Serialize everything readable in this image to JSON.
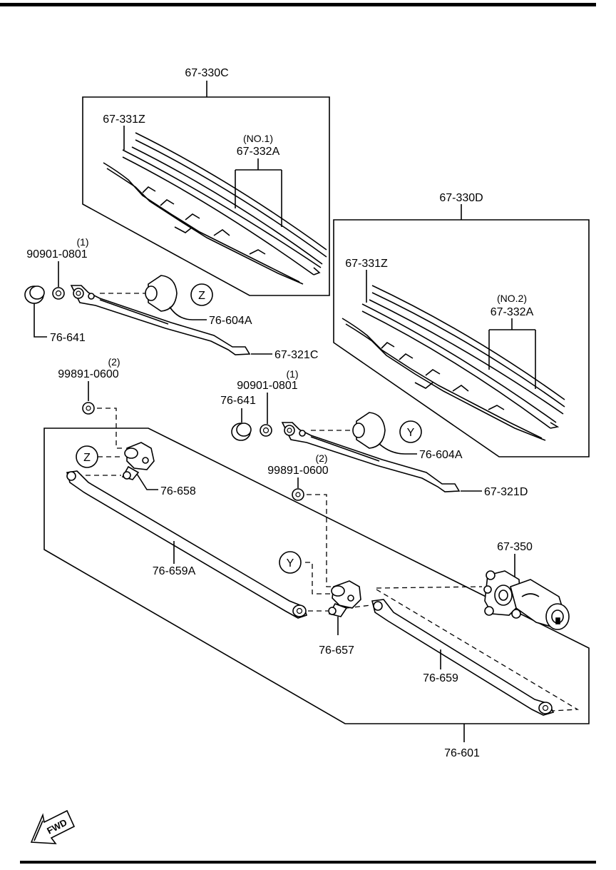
{
  "diagram": {
    "labels": {
      "blade_assy_1": "67-330C",
      "blade_1": "67-331Z",
      "rubber_1_qty": "(NO.1)",
      "rubber_1": "67-332A",
      "blade_assy_2": "67-330D",
      "blade_2": "67-331Z",
      "rubber_2_qty": "(NO.2)",
      "rubber_2": "67-332A",
      "nut_1_qty": "(1)",
      "nut_1": "90901-0801",
      "cap_1": "76-641",
      "pivot_cover_1": "76-604A",
      "arm_1": "67-321C",
      "nut_2_qty": "(2)",
      "nut_2": "99891-0600",
      "nut_3_qty": "(1)",
      "nut_3": "90901-0801",
      "cap_2": "76-641",
      "pivot_cover_2": "76-604A",
      "arm_2": "67-321D",
      "nut_4_qty": "(2)",
      "nut_4": "99891-0600",
      "pivot_1": "76-658",
      "link_1": "76-659A",
      "motor": "67-350",
      "pivot_2": "76-657",
      "link_2": "76-659",
      "linkage_assy": "76-601"
    },
    "callouts": {
      "z_top": "Z",
      "z_bottom": "Z",
      "y_top": "Y",
      "y_bottom": "Y"
    },
    "fwd": "FWD"
  }
}
